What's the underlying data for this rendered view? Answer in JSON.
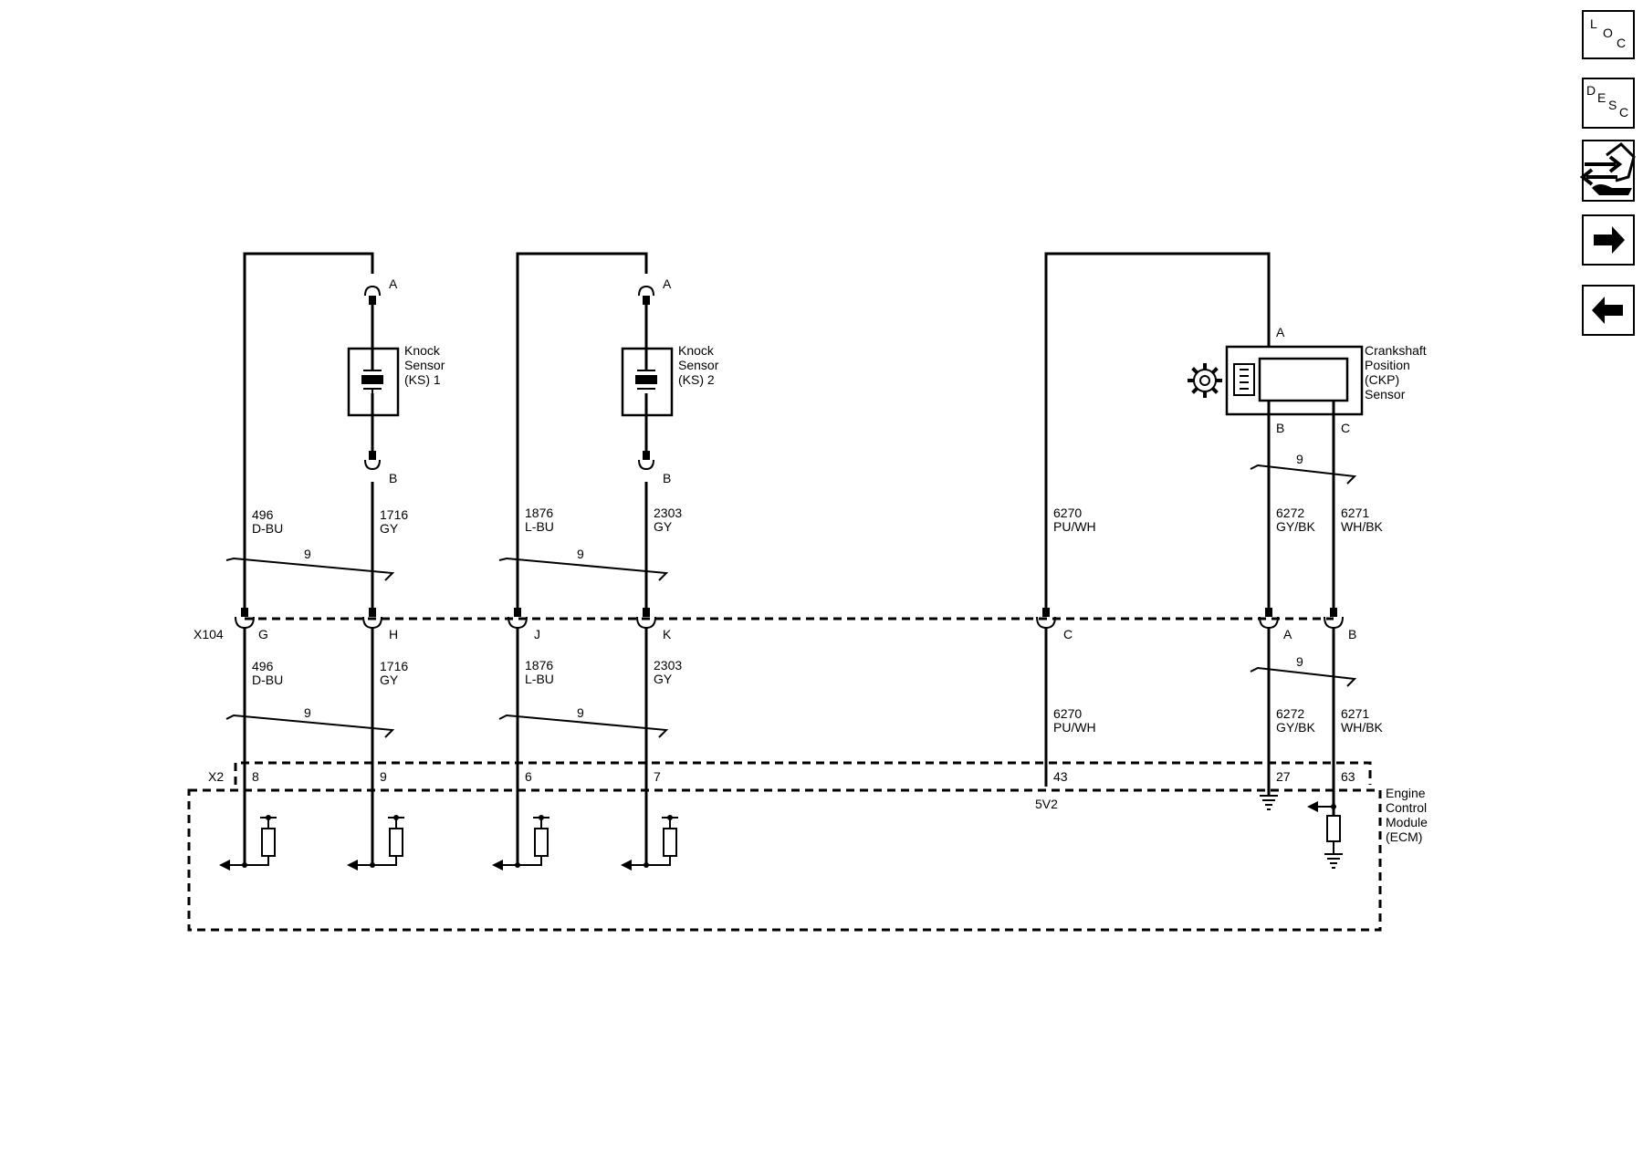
{
  "connector_x104": "X104",
  "connector_x2": "X2",
  "knock1": {
    "name_lines": [
      "Knock",
      "Sensor",
      "(KS) 1"
    ],
    "pin_top": "A",
    "pin_bottom": "B",
    "return_upper": {
      "circuit": "496",
      "color": "D-BU"
    },
    "signal_upper": {
      "circuit": "1716",
      "color": "GY"
    },
    "twist_upper": "9",
    "x104_return_pin": "G",
    "x104_signal_pin": "H",
    "return_lower": {
      "circuit": "496",
      "color": "D-BU"
    },
    "signal_lower": {
      "circuit": "1716",
      "color": "GY"
    },
    "twist_lower": "9",
    "ecm_return_pin": "8",
    "ecm_signal_pin": "9"
  },
  "knock2": {
    "name_lines": [
      "Knock",
      "Sensor",
      "(KS) 2"
    ],
    "pin_top": "A",
    "pin_bottom": "B",
    "return_upper": {
      "circuit": "1876",
      "color": "L-BU"
    },
    "signal_upper": {
      "circuit": "2303",
      "color": "GY"
    },
    "twist_upper": "9",
    "x104_return_pin": "J",
    "x104_signal_pin": "K",
    "return_lower": {
      "circuit": "1876",
      "color": "L-BU"
    },
    "signal_lower": {
      "circuit": "2303",
      "color": "GY"
    },
    "twist_lower": "9",
    "ecm_return_pin": "6",
    "ecm_signal_pin": "7"
  },
  "ckp": {
    "name_lines": [
      "Crankshaft",
      "Position",
      "(CKP)",
      "Sensor"
    ],
    "pin_a": "A",
    "pin_b": "B",
    "pin_c": "C",
    "twist_upper": "9",
    "ref_upper": {
      "circuit": "6270",
      "color": "PU/WH"
    },
    "low_upper": {
      "circuit": "6272",
      "color": "GY/BK"
    },
    "sig_upper": {
      "circuit": "6271",
      "color": "WH/BK"
    },
    "x104_ref_pin": "C",
    "x104_low_pin": "A",
    "x104_sig_pin": "B",
    "twist_lower": "9",
    "ref_lower": {
      "circuit": "6270",
      "color": "PU/WH"
    },
    "low_lower": {
      "circuit": "6272",
      "color": "GY/BK"
    },
    "sig_lower": {
      "circuit": "6271",
      "color": "WH/BK"
    },
    "ecm_ref_pin": "43",
    "ecm_low_pin": "27",
    "ecm_sig_pin": "63",
    "ref_supply_label": "5V2"
  },
  "ecm": {
    "name_lines": [
      "Engine",
      "Control",
      "Module",
      "(ECM)"
    ]
  },
  "nav": {
    "loc": {
      "letters": [
        "L",
        "O",
        "C"
      ]
    },
    "desc": {
      "letters": [
        "D",
        "E",
        "S",
        "C"
      ]
    },
    "icons": [
      "connector-end-view-icon",
      "next-page-arrow-icon",
      "previous-page-arrow-icon"
    ]
  }
}
